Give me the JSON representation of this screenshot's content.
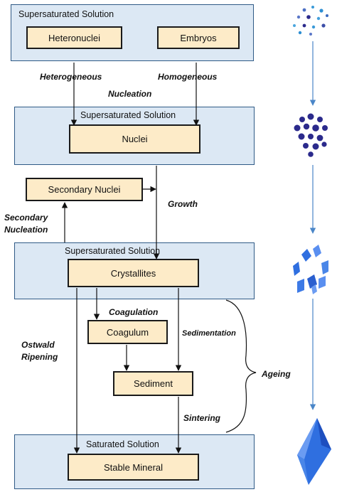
{
  "panels": {
    "p1_title": "Supersaturated Solution",
    "p2_title": "Supersaturated Solution",
    "p3_title": "Supersaturated Solution",
    "p4_title": "Saturated Solution"
  },
  "boxes": {
    "heteronuclei": "Heteronuclei",
    "embryos": "Embryos",
    "nuclei": "Nuclei",
    "secondary_nuclei": "Secondary Nuclei",
    "crystallites": "Crystallites",
    "coagulum": "Coagulum",
    "sediment": "Sediment",
    "stable_mineral": "Stable Mineral"
  },
  "labels": {
    "heterogeneous": "Heterogeneous",
    "homogeneous": "Homogeneous",
    "nucleation": "Nucleation",
    "growth": "Growth",
    "secondary_nucleation_1": "Secondary",
    "secondary_nucleation_2": "Nucleation",
    "coagulation": "Coagulation",
    "sedimentation": "Sedimentation",
    "ostwald_1": "Ostwald",
    "ostwald_2": "Ripening",
    "sintering": "Sintering",
    "ageing": "Ageing"
  },
  "colors": {
    "panel_fill": "#dce8f4",
    "box_fill": "#fdebc8",
    "particle_dark": "#2b2a8c",
    "crystal_blue": "#2f6fe0",
    "arrow_blue": "#4a86c8"
  }
}
